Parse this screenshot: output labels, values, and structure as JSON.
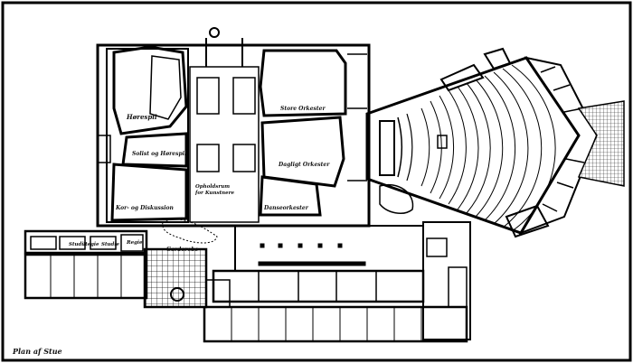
{
  "caption": "Plan af Stue",
  "labels": {
    "horespil": "Hørespil",
    "solist": "Solist og Hørespil",
    "kor": "Kor- og Diskussion",
    "opholdsrum_1": "Opholdsrum",
    "opholdsrum_2": "for Kunstnere",
    "store_orkester": "Store Orkester",
    "daglig_orkester": "Dagligt Orkester",
    "danseorkester": "Danseorkester",
    "garderobe": "Garderobe",
    "studie_1": "Studie",
    "regie_1": "Regie",
    "studie_2": "Studie",
    "regie_2": "Regie"
  }
}
